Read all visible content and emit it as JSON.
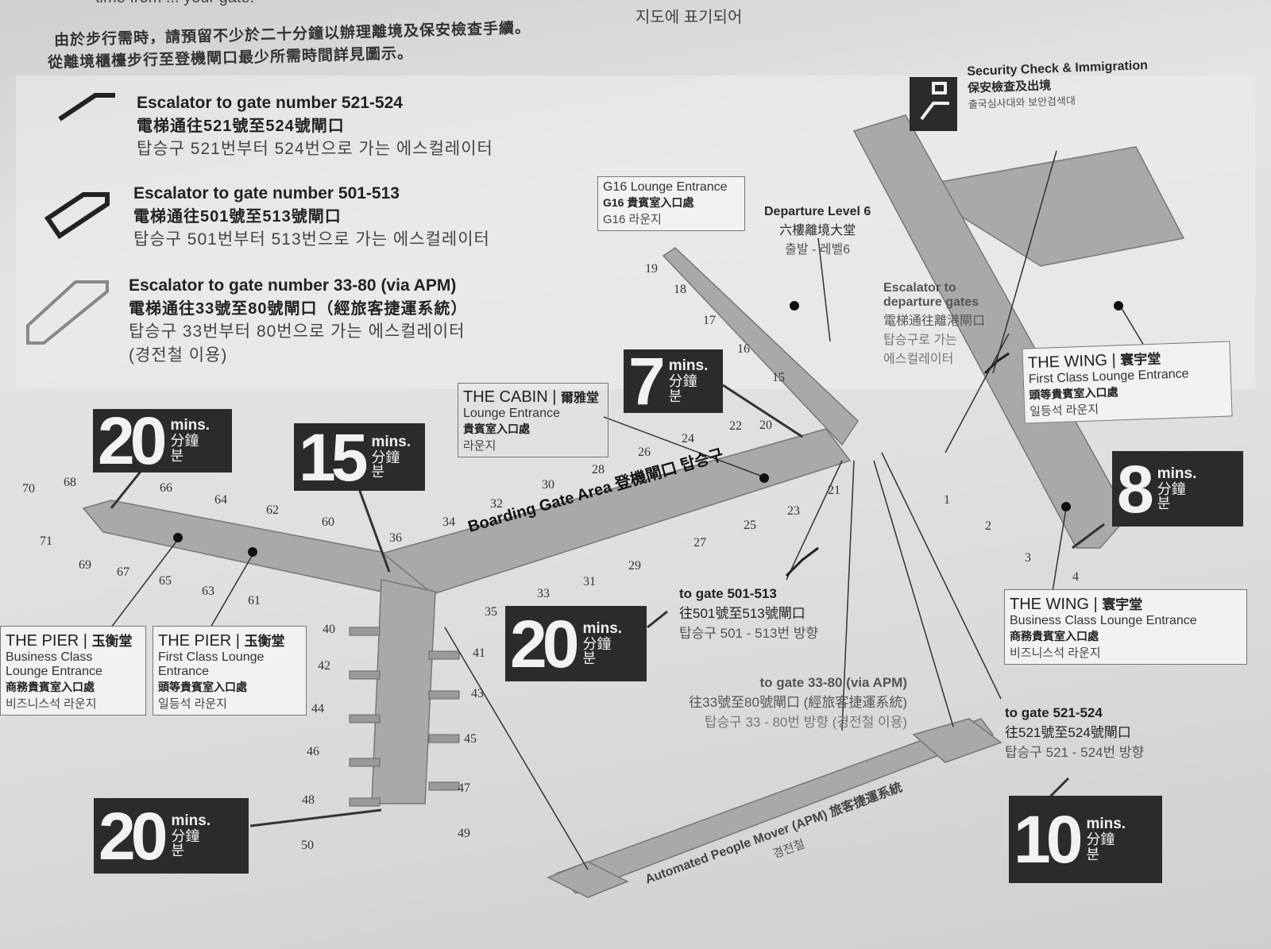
{
  "header": {
    "cut_english": "time from ... your gate.",
    "cut_korean": "지도에 표기되어",
    "note_chinese_1": "由於步行需時，請預留不少於二十分鐘以辦理離境及保安檢查手續。",
    "note_chinese_2": "從離境櫃檯步行至登機閘口最少所需時間詳見圖示。"
  },
  "legend": [
    {
      "icon": "escalator-icon-dark-outline",
      "en": "Escalator to gate number 521-524",
      "zh": "電梯通往521號至524號閘口",
      "ko": "탑승구 521번부터 524번으로 가는 에스컬레이터"
    },
    {
      "icon": "escalator-icon-black",
      "en": "Escalator to gate number 501-513",
      "zh": "電梯通往501號至513號閘口",
      "ko": "탑승구 501번부터 513번으로 가는 에스컬레이터"
    },
    {
      "icon": "escalator-icon-light",
      "en": "Escalator to gate number 33-80 (via APM)",
      "zh": "電梯通往33號至80號閘口（經旅客捷運系統）",
      "ko": "탑승구 33번부터 80번으로 가는 에스컬레이터",
      "ko2": "(경전철 이용)"
    }
  ],
  "security": {
    "en": "Security Check & Immigration",
    "zh": "保安檢查及出境",
    "ko": "출국심사대와 보안검색대"
  },
  "departure": {
    "en": "Departure Level 6",
    "zh": "六樓離境大堂",
    "ko": "출발 - 레벨6"
  },
  "escalator_departure": {
    "en1": "Escalator to",
    "en2": "departure gates",
    "zh": "電梯通往離港閘口",
    "ko1": "탑승구로 가는",
    "ko2": "에스컬레이터"
  },
  "boarding_area": {
    "en": "Boarding Gate Area",
    "zh": "登機閘口",
    "ko": "탑승구"
  },
  "apm": {
    "en": "Automated People Mover (APM)",
    "zh": "旅客捷運系統",
    "ko": "경전철"
  },
  "lounges": {
    "g16": {
      "en": "G16 Lounge Entrance",
      "zh": "G16 貴賓室入口處",
      "ko": "G16 라운지"
    },
    "cabin": {
      "name": "THE CABIN",
      "zh_name": "爾雅堂",
      "en": "Lounge Entrance",
      "zh": "貴賓室入口處",
      "ko": "라운지"
    },
    "wing_first": {
      "name": "THE WING",
      "zh_name": "寰宇堂",
      "en": "First Class Lounge Entrance",
      "zh": "頭等貴賓室入口處",
      "ko": "일등석 라운지"
    },
    "wing_business": {
      "name": "THE WING",
      "zh_name": "寰宇堂",
      "en": "Business Class Lounge Entrance",
      "zh": "商務貴賓室入口處",
      "ko": "비즈니스석 라운지"
    },
    "pier_business": {
      "name": "THE PIER",
      "zh_name": "玉衡堂",
      "en1": "Business Class",
      "en2": "Lounge Entrance",
      "zh": "商務貴賓室入口處",
      "ko": "비즈니스석 라운지"
    },
    "pier_first": {
      "name": "THE PIER",
      "zh_name": "玉衡堂",
      "en1": "First Class Lounge",
      "en2": "Entrance",
      "zh": "頭等貴賓室入口處",
      "ko": "일등석 라운지"
    }
  },
  "destinations": {
    "g501": {
      "en": "to gate 501-513",
      "zh": "往501號至513號閘口",
      "ko": "탑승구 501 - 513번 방향"
    },
    "g33": {
      "en": "to gate 33-80 (via APM)",
      "zh": "往33號至80號閘口 (經旅客捷運系統)",
      "ko": "탑승구 33 - 80번 방향 (경전철 이용)"
    },
    "g521": {
      "en": "to gate 521-524",
      "zh": "往521號至524號閘口",
      "ko": "탑승구 521 - 524번 방향"
    }
  },
  "time_badges": [
    {
      "value": "20",
      "unit": "mins.",
      "zh": "分鐘",
      "ko": "분"
    },
    {
      "value": "15",
      "unit": "mins.",
      "zh": "分鐘",
      "ko": "분"
    },
    {
      "value": "7",
      "unit": "mins.",
      "zh": "分鐘",
      "ko": "분"
    },
    {
      "value": "8",
      "unit": "mins.",
      "zh": "分鐘",
      "ko": "분"
    },
    {
      "value": "20",
      "unit": "mins.",
      "zh": "分鐘",
      "ko": "분"
    },
    {
      "value": "10",
      "unit": "mins.",
      "zh": "分鐘",
      "ko": "분"
    },
    {
      "value": "20",
      "unit": "mins.",
      "zh": "分鐘",
      "ko": "분"
    }
  ],
  "gates": [
    "19",
    "18",
    "17",
    "16",
    "15",
    "20",
    "22",
    "24",
    "26",
    "28",
    "30",
    "32",
    "34",
    "36",
    "35",
    "33",
    "31",
    "29",
    "27",
    "25",
    "23",
    "21",
    "1",
    "2",
    "3",
    "4",
    "70",
    "68",
    "66",
    "64",
    "62",
    "60",
    "71",
    "69",
    "67",
    "65",
    "63",
    "61",
    "40",
    "42",
    "44",
    "46",
    "48",
    "50",
    "41",
    "43",
    "45",
    "47",
    "49"
  ],
  "colors": {
    "corridor": "#a9a9a9",
    "badge": "#2b2b2b",
    "paper": "#e4e4e4"
  }
}
